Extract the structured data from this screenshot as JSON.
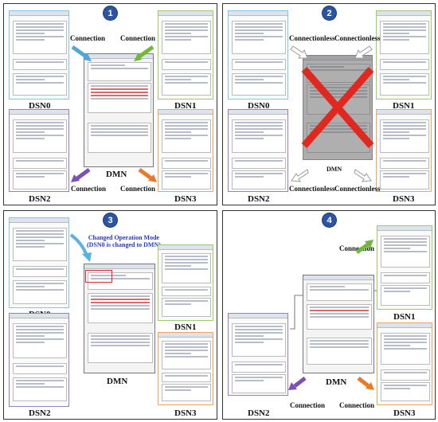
{
  "panels": [
    {
      "number": "1",
      "dsn0": "DSN0",
      "dsn1": "DSN1",
      "dsn2": "DSN2",
      "dsn3": "DSN3",
      "dmn": "DMN",
      "conn_tl": "Connection",
      "conn_tr": "Connection",
      "conn_bl": "Connection",
      "conn_br": "Connection"
    },
    {
      "number": "2",
      "dsn0": "DSN0",
      "dsn1": "DSN1",
      "dsn2": "DSN2",
      "dsn3": "DSN3",
      "dmn": "DMN",
      "conn_tl": "Connectionless",
      "conn_tr": "Connectionless",
      "conn_bl": "Connectionless",
      "conn_br": "Connectionless"
    },
    {
      "number": "3",
      "dsn0": "DSN0",
      "dsn1": "DSN1",
      "dsn2": "DSN2",
      "dsn3": "DSN3",
      "dmn": "DMN",
      "note_line1": "Changed Operation Mode",
      "note_line2": "(DSN0 is changed to DMN)"
    },
    {
      "number": "4",
      "dsn1": "DSN1",
      "dsn2": "DSN2",
      "dsn3": "DSN3",
      "dmn": "DMN",
      "conn_tr": "Connection",
      "conn_bl": "Connection",
      "conn_br": "Connection"
    }
  ],
  "colors": {
    "dsn0": "#7ec6ea",
    "dsn1": "#9dcc6a",
    "dsn2": "#9a7dc4",
    "dsn3": "#f0a461",
    "badge": "#2d54a3",
    "cross": "#e0281e",
    "note": "#2a3ab8"
  }
}
